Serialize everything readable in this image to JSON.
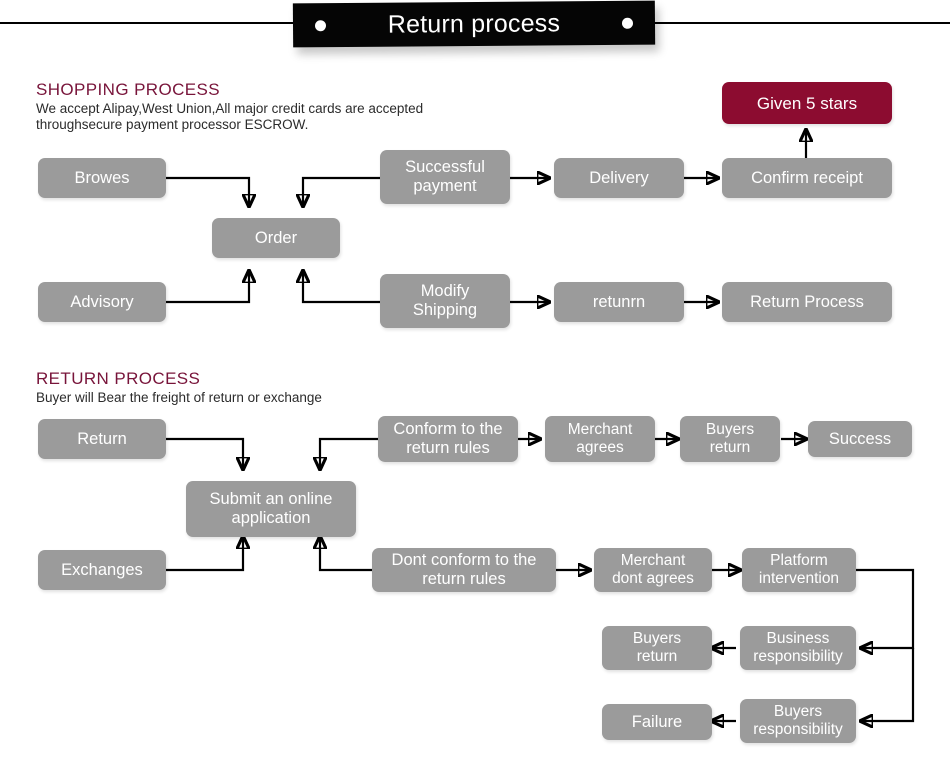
{
  "banner": {
    "title": "Return process",
    "dot_left": "bullet-dot",
    "dot_right": "bullet-dot"
  },
  "colors": {
    "node_gray": "#9b9b9b",
    "accent_maroon": "#8c0c30",
    "heading_maroon": "#78143a",
    "banner_black": "#050505",
    "text_white": "#ffffff"
  },
  "shopping_section": {
    "heading": "SHOPPING PROCESS",
    "description": "We accept Alipay,West Union,All major credit cards are accepted\nthroughsecure payment processor ESCROW.",
    "nodes": {
      "browes": "Browes",
      "advisory": "Advisory",
      "order": "Order",
      "successful_payment": "Successful\npayment",
      "modify_shipping": "Modify\nShipping",
      "delivery": "Delivery",
      "retunrn": "retunrn",
      "confirm_receipt": "Confirm receipt",
      "return_process": "Return Process",
      "given_5_stars": "Given 5 stars"
    }
  },
  "return_section": {
    "heading": "RETURN PROCESS",
    "description": "Buyer will Bear the freight of return or exchange",
    "nodes": {
      "return": "Return",
      "exchanges": "Exchanges",
      "submit_application": "Submit an online\napplication",
      "conform_rules": "Conform to the\nreturn rules",
      "dont_conform_rules": "Dont conform to the\nreturn rules",
      "merchant_agrees": "Merchant\nagrees",
      "merchant_dont_agrees": "Merchant\ndont agrees",
      "buyers_return_top": "Buyers\nreturn",
      "success": "Success",
      "platform_intervention": "Platform\nintervention",
      "business_responsibility": "Business\nresponsibility",
      "buyers_responsibility": "Buyers\nresponsibility",
      "buyers_return_mid": "Buyers\nreturn",
      "failure": "Failure"
    }
  }
}
